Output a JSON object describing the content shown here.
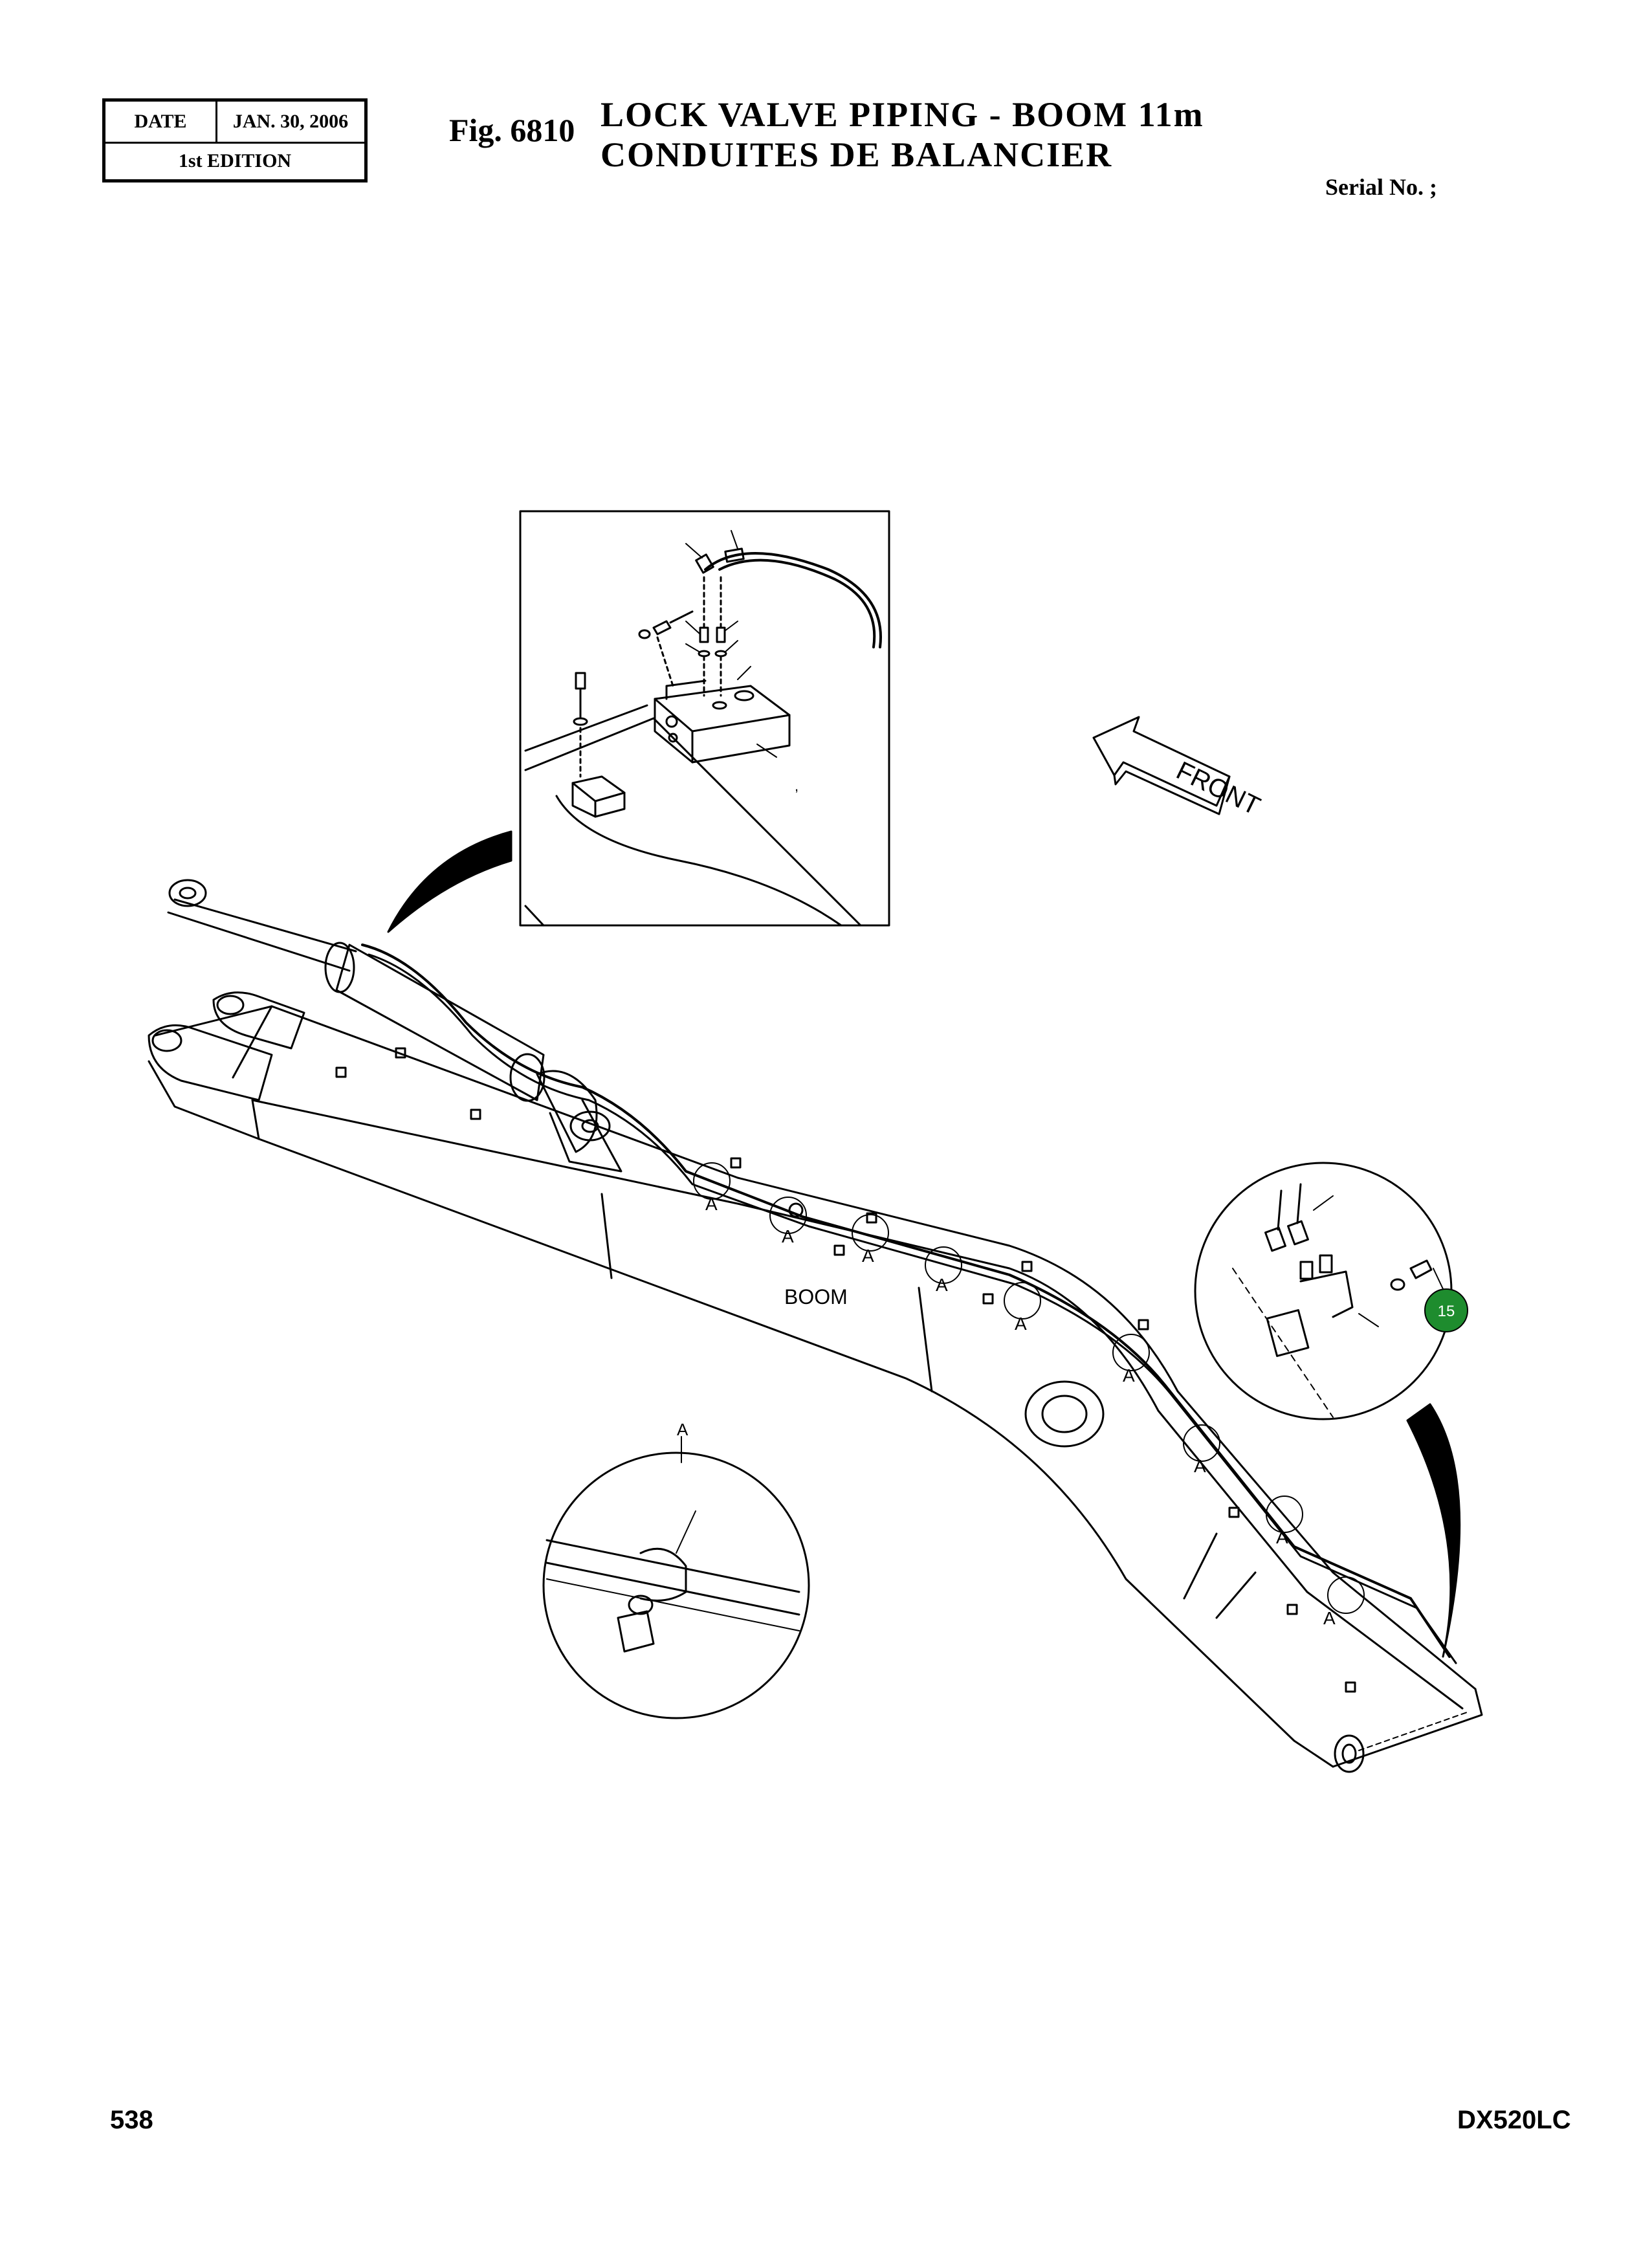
{
  "header": {
    "date_label": "DATE",
    "date_value": "JAN. 30, 2006",
    "edition": "1st EDITION",
    "fig_no": "Fig. 6810",
    "title_en": "LOCK VALVE PIPING - BOOM 11m",
    "title_fr": "CONDUITES DE BALANCIER",
    "serial": "Serial No. ;"
  },
  "drawing": {
    "front_label": "FRONT",
    "boom_label": "BOOM",
    "clamp_detail_label": "A",
    "clamp_marker": "A",
    "inset_mark": ",",
    "callout_15": "15",
    "callout_color": "#1e8c2e"
  },
  "footer": {
    "page_number": "538",
    "model": "DX520LC"
  }
}
